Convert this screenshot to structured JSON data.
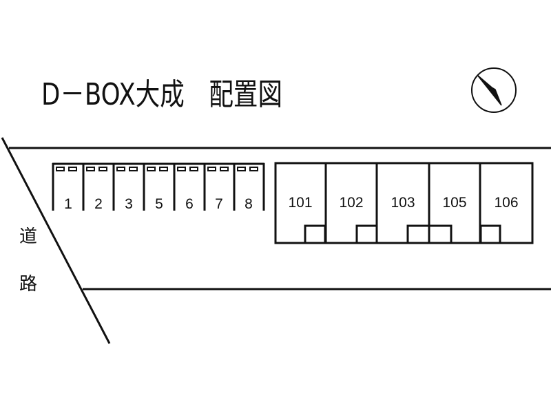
{
  "title": "D－BOX大成　配置図",
  "road_label": [
    "道",
    "路"
  ],
  "parking_spaces": [
    "1",
    "2",
    "3",
    "5",
    "6",
    "7",
    "8"
  ],
  "units": [
    "101",
    "102",
    "103",
    "105",
    "106"
  ],
  "icons": {
    "compass": "north-arrow-icon"
  },
  "colors": {
    "ink": "#111111",
    "background": "#ffffff"
  }
}
